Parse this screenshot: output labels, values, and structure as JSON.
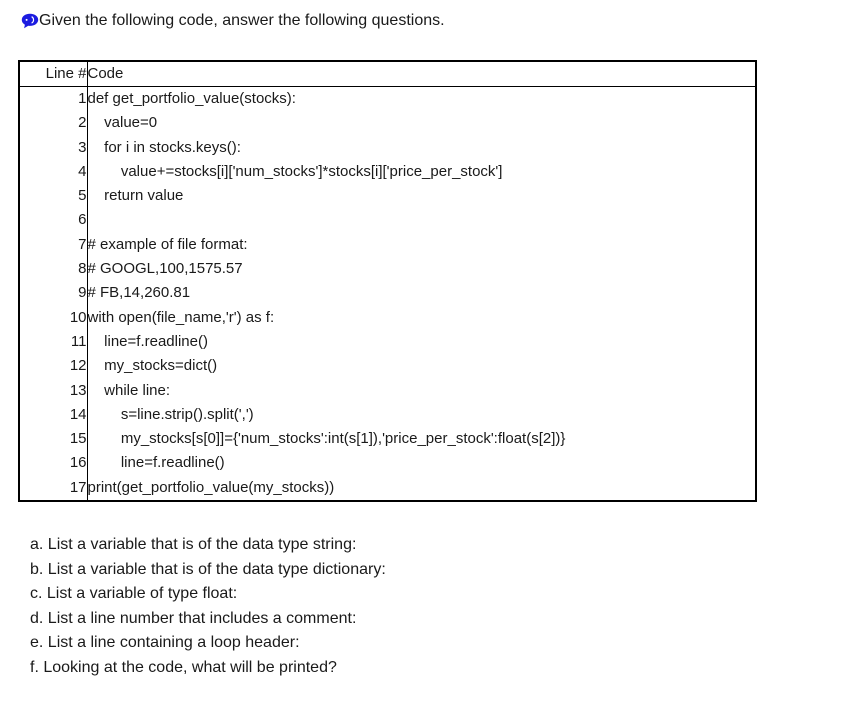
{
  "title": {
    "icon": "comment-icon",
    "text": "Given the following code, answer the following questions."
  },
  "colors": {
    "icon_blue": "#1c1ce0",
    "border": "#000000",
    "text": "#1a1a1a"
  },
  "table": {
    "col_headers": [
      "Line #",
      "Code"
    ],
    "rows": [
      {
        "line": "1",
        "code": "def get_portfolio_value(stocks):"
      },
      {
        "line": "2",
        "code": "    value=0"
      },
      {
        "line": "3",
        "code": "    for i in stocks.keys():"
      },
      {
        "line": "4",
        "code": "        value+=stocks[i]['num_stocks']*stocks[i]['price_per_stock']"
      },
      {
        "line": "5",
        "code": "    return value"
      },
      {
        "line": "6",
        "code": ""
      },
      {
        "line": "7",
        "code": "# example of file format:"
      },
      {
        "line": "8",
        "code": "# GOOGL,100,1575.57"
      },
      {
        "line": "9",
        "code": "# FB,14,260.81"
      },
      {
        "line": "10",
        "code": "with open(file_name,'r') as f:"
      },
      {
        "line": "11",
        "code": "    line=f.readline()"
      },
      {
        "line": "12",
        "code": "    my_stocks=dict()"
      },
      {
        "line": "13",
        "code": "    while line:"
      },
      {
        "line": "14",
        "code": "        s=line.strip().split(',')"
      },
      {
        "line": "15",
        "code": "        my_stocks[s[0]]={'num_stocks':int(s[1]),'price_per_stock':float(s[2])}"
      },
      {
        "line": "16",
        "code": "        line=f.readline()"
      },
      {
        "line": "17",
        "code": "print(get_portfolio_value(my_stocks))"
      }
    ]
  },
  "questions": [
    "a. List a variable that is of the data type string:",
    "b. List a variable that is of the data type dictionary:",
    "c. List a variable of type float:",
    "d. List a line number that includes a comment:",
    "e. List a line containing a loop header:",
    "f. Looking at the code, what will be printed?"
  ]
}
